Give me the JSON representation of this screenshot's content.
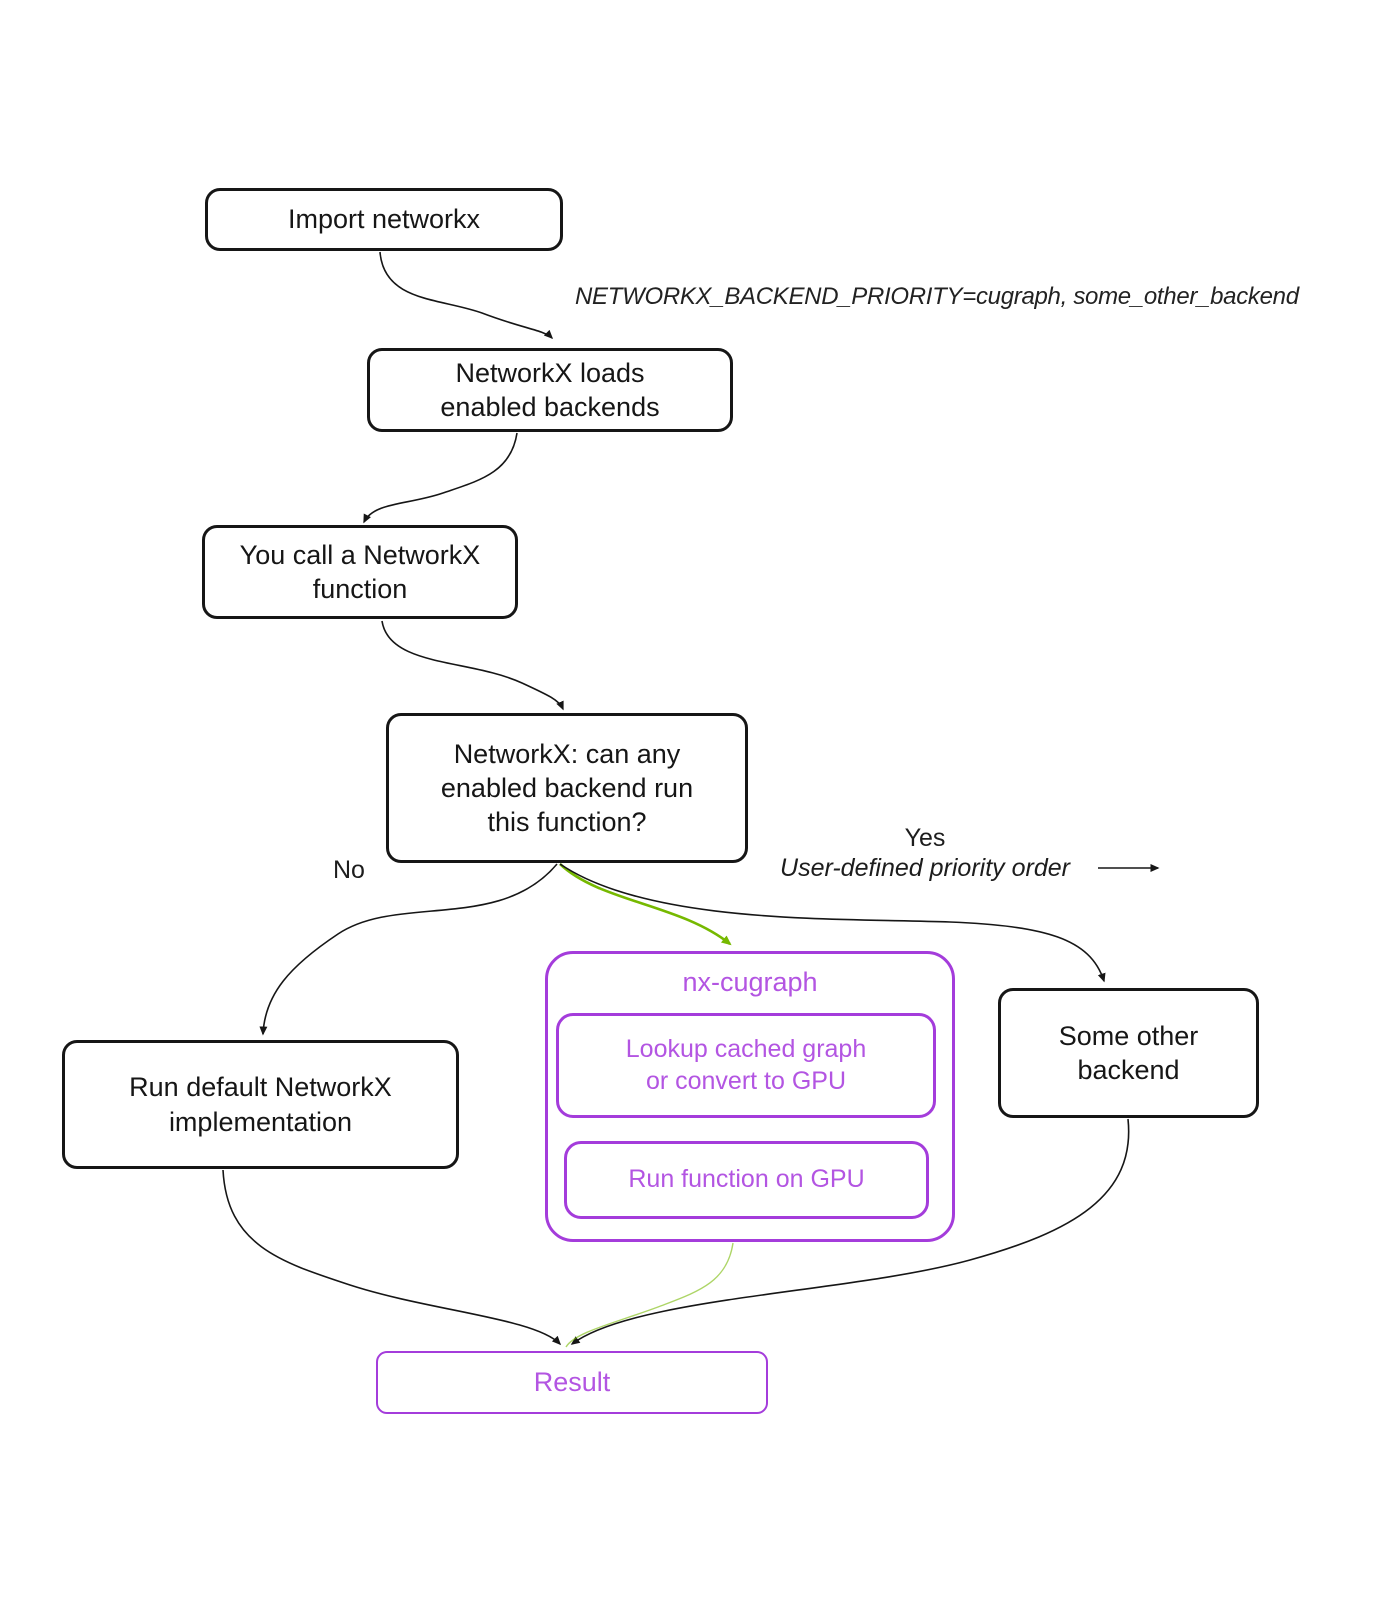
{
  "colors": {
    "purple_border": "#a43cdb",
    "purple_text": "#b355e2",
    "green": "#76b900",
    "line_black": "#161616"
  },
  "nodes": {
    "import": {
      "label": "Import networkx"
    },
    "loads": {
      "label": "NetworkX loads\nenabled backends"
    },
    "call": {
      "label": "You call a NetworkX\nfunction"
    },
    "decision": {
      "label": "NetworkX: can any\nenabled backend run\nthis function?"
    },
    "run_default": {
      "label": "Run default NetworkX\nimplementation"
    },
    "nx_cugraph": {
      "label": "nx-cugraph"
    },
    "lookup": {
      "label": "Lookup cached graph\nor convert to GPU"
    },
    "run_gpu": {
      "label": "Run function on GPU"
    },
    "some_other": {
      "label": "Some other\nbackend"
    },
    "result": {
      "label": "Result"
    }
  },
  "labels": {
    "env_priority": "NETWORKX_BACKEND_PRIORITY=cugraph, some_other_backend",
    "no": "No",
    "yes": "Yes",
    "priority_order": "User-defined priority order"
  }
}
